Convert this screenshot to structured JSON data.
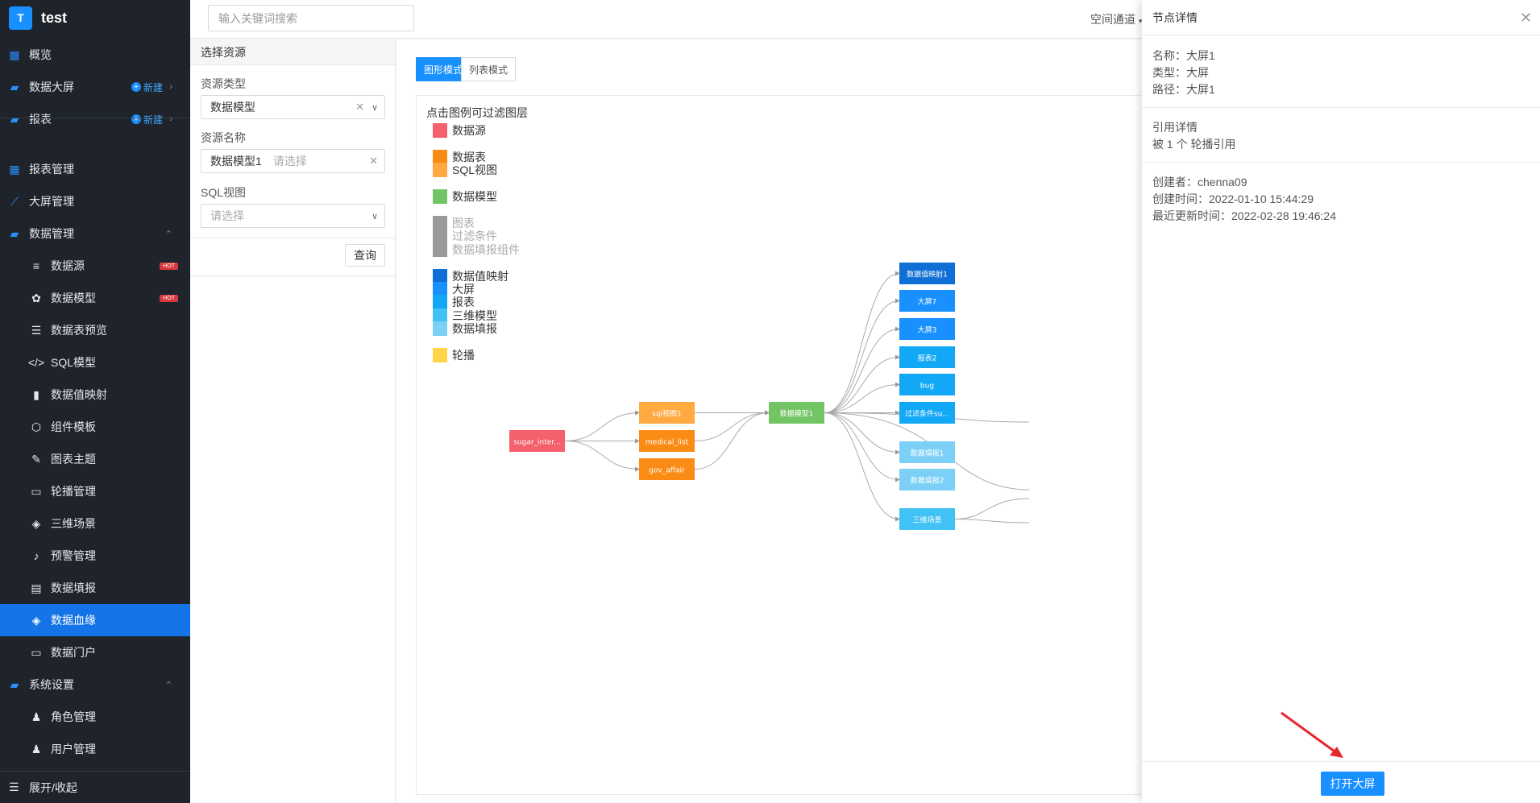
{
  "app": {
    "logo_letter": "T",
    "name": "test"
  },
  "sidebar": {
    "items": [
      {
        "label": "概览",
        "icon": "dashboard-icon",
        "glyph": "▦"
      },
      {
        "label": "数据大屏",
        "icon": "folder-icon",
        "glyph": "▰",
        "new_label": "新建"
      },
      {
        "label": "报表",
        "icon": "folder-icon",
        "glyph": "▰",
        "new_label": "新建"
      },
      {
        "label": "报表管理",
        "icon": "table-grid-icon",
        "glyph": "▦"
      },
      {
        "label": "大屏管理",
        "icon": "line-chart-icon",
        "glyph": "⟋"
      },
      {
        "label": "数据管理",
        "icon": "folder-icon",
        "glyph": "▰"
      },
      {
        "label": "数据源",
        "icon": "database-icon",
        "glyph": "≡",
        "badge": "HOT"
      },
      {
        "label": "数据模型",
        "icon": "cubes-icon",
        "glyph": "✿",
        "badge": "HOT"
      },
      {
        "label": "数据表预览",
        "icon": "list-icon",
        "glyph": "☰"
      },
      {
        "label": "SQL模型",
        "icon": "code-icon",
        "glyph": "</>"
      },
      {
        "label": "数据值映射",
        "icon": "book-icon",
        "glyph": "▮"
      },
      {
        "label": "组件模板",
        "icon": "cube-icon",
        "glyph": "⬡"
      },
      {
        "label": "图表主题",
        "icon": "magic-icon",
        "glyph": "✎"
      },
      {
        "label": "轮播管理",
        "icon": "desktop-icon",
        "glyph": "▭"
      },
      {
        "label": "三维场景",
        "icon": "box-icon",
        "glyph": "◈"
      },
      {
        "label": "预警管理",
        "icon": "bell-icon",
        "glyph": "♪"
      },
      {
        "label": "数据填报",
        "icon": "id-card-icon",
        "glyph": "▤"
      },
      {
        "label": "数据血缘",
        "icon": "layers-icon",
        "glyph": "◈"
      },
      {
        "label": "数据门户",
        "icon": "window-icon",
        "glyph": "▭"
      },
      {
        "label": "系统设置",
        "icon": "folder-icon",
        "glyph": "▰"
      },
      {
        "label": "角色管理",
        "icon": "users-icon",
        "glyph": "♟"
      },
      {
        "label": "用户管理",
        "icon": "user-icon",
        "glyph": "♟"
      }
    ],
    "collapse_label": "展开/收起"
  },
  "topbar": {
    "search_placeholder": "输入关键词搜索",
    "space_channel": "空间通道"
  },
  "resource_panel": {
    "title": "选择资源",
    "type_label": "资源类型",
    "type_value": "数据模型",
    "name_label": "资源名称",
    "name_tag": "数据模型1",
    "name_placeholder": "请选择",
    "sql_label": "SQL视图",
    "sql_placeholder": "请选择",
    "query_label": "查询"
  },
  "content": {
    "mode_graph": "图形模式",
    "mode_list": "列表模式",
    "legend_title": "点击图例可过滤图层",
    "legend": [
      {
        "label": "数据源",
        "color": "#f4606c",
        "dim": false
      },
      {
        "label": "数据表",
        "color": "#fa8c16",
        "dim": false
      },
      {
        "label": "SQL视图",
        "color": "#ffa940",
        "dim": false
      },
      {
        "label": "数据模型",
        "color": "#73c464",
        "dim": false
      },
      {
        "label": "图表",
        "color": "#999999",
        "dim": true
      },
      {
        "label": "过滤条件",
        "color": "#999999",
        "dim": true
      },
      {
        "label": "数据填报组件",
        "color": "#999999",
        "dim": true
      },
      {
        "label": "数据值映射",
        "color": "#0f6fd6",
        "dim": false
      },
      {
        "label": "大屏",
        "color": "#1890ff",
        "dim": false
      },
      {
        "label": "报表",
        "color": "#13a8f5",
        "dim": false
      },
      {
        "label": "三维模型",
        "color": "#40c2f5",
        "dim": false
      },
      {
        "label": "数据填报",
        "color": "#7cd0f8",
        "dim": false
      },
      {
        "label": "轮播",
        "color": "#ffd54a",
        "dim": false
      }
    ],
    "nodes": [
      {
        "label": "sugar_inter...",
        "color": "#f4606c"
      },
      {
        "label": "sql视图1",
        "color": "#ffa940"
      },
      {
        "label": "medical_list",
        "color": "#fa8c16"
      },
      {
        "label": "gov_affair",
        "color": "#fa8c16"
      },
      {
        "label": "数据模型1",
        "color": "#73c464"
      },
      {
        "label": "数据值映射1",
        "color": "#0f6fd6"
      },
      {
        "label": "大屏7",
        "color": "#1890ff"
      },
      {
        "label": "大屏3",
        "color": "#1890ff"
      },
      {
        "label": "报表2",
        "color": "#13a8f5"
      },
      {
        "label": "bug",
        "color": "#13a8f5"
      },
      {
        "label": "过滤条件su...",
        "color": "#13a8f5"
      },
      {
        "label": "数据填报1",
        "color": "#7cd0f8"
      },
      {
        "label": "数据填报2",
        "color": "#7cd0f8"
      },
      {
        "label": "三维场景",
        "color": "#40c2f5"
      }
    ]
  },
  "drawer": {
    "title": "节点详情",
    "name_line": "名称：大屏1",
    "type_line": "类型：大屏",
    "path_line": "路径：大屏1",
    "ref_title": "引用详情",
    "ref_line": "被 1 个 轮播引用",
    "creator_line": "创建者：chenna09",
    "created_line": "创建时间：2022-01-10 15:44:29",
    "updated_line": "最近更新时间：2022-02-28 19:46:24",
    "open_label": "打开大屏"
  }
}
